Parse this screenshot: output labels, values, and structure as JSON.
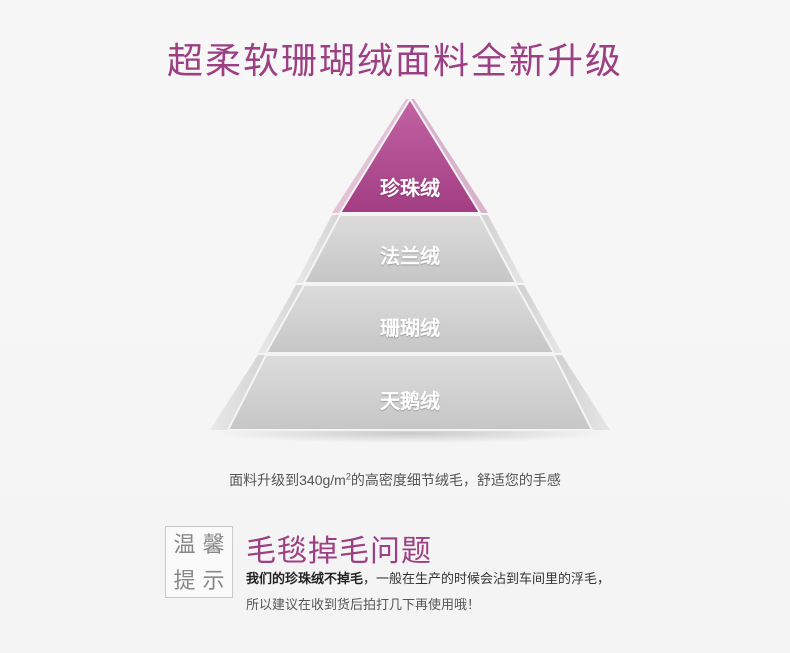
{
  "title": "超柔软珊瑚绒面料全新升级",
  "pyramid": {
    "tiers": [
      {
        "label": "珍珠绒",
        "highlight": true
      },
      {
        "label": "法兰绒",
        "highlight": false
      },
      {
        "label": "珊瑚绒",
        "highlight": false
      },
      {
        "label": "天鹅绒",
        "highlight": false
      }
    ],
    "highlight_color": "#b3498f",
    "base_color": "#cfcfcf"
  },
  "caption": {
    "text_before": "面料升级到340g/m",
    "superscript": "2",
    "text_after": "的高密度细节绒毛，舒适您的手感"
  },
  "tip": {
    "box_chars": [
      "温",
      "馨",
      "提",
      "示"
    ],
    "title": "毛毯掉毛问题",
    "line1_strong": "我们的珍珠绒不掉毛",
    "line1_rest": "，一般在生产的时候会沾到车间里的浮毛，",
    "line2": "所以建议在收到货后拍打几下再使用哦！"
  }
}
